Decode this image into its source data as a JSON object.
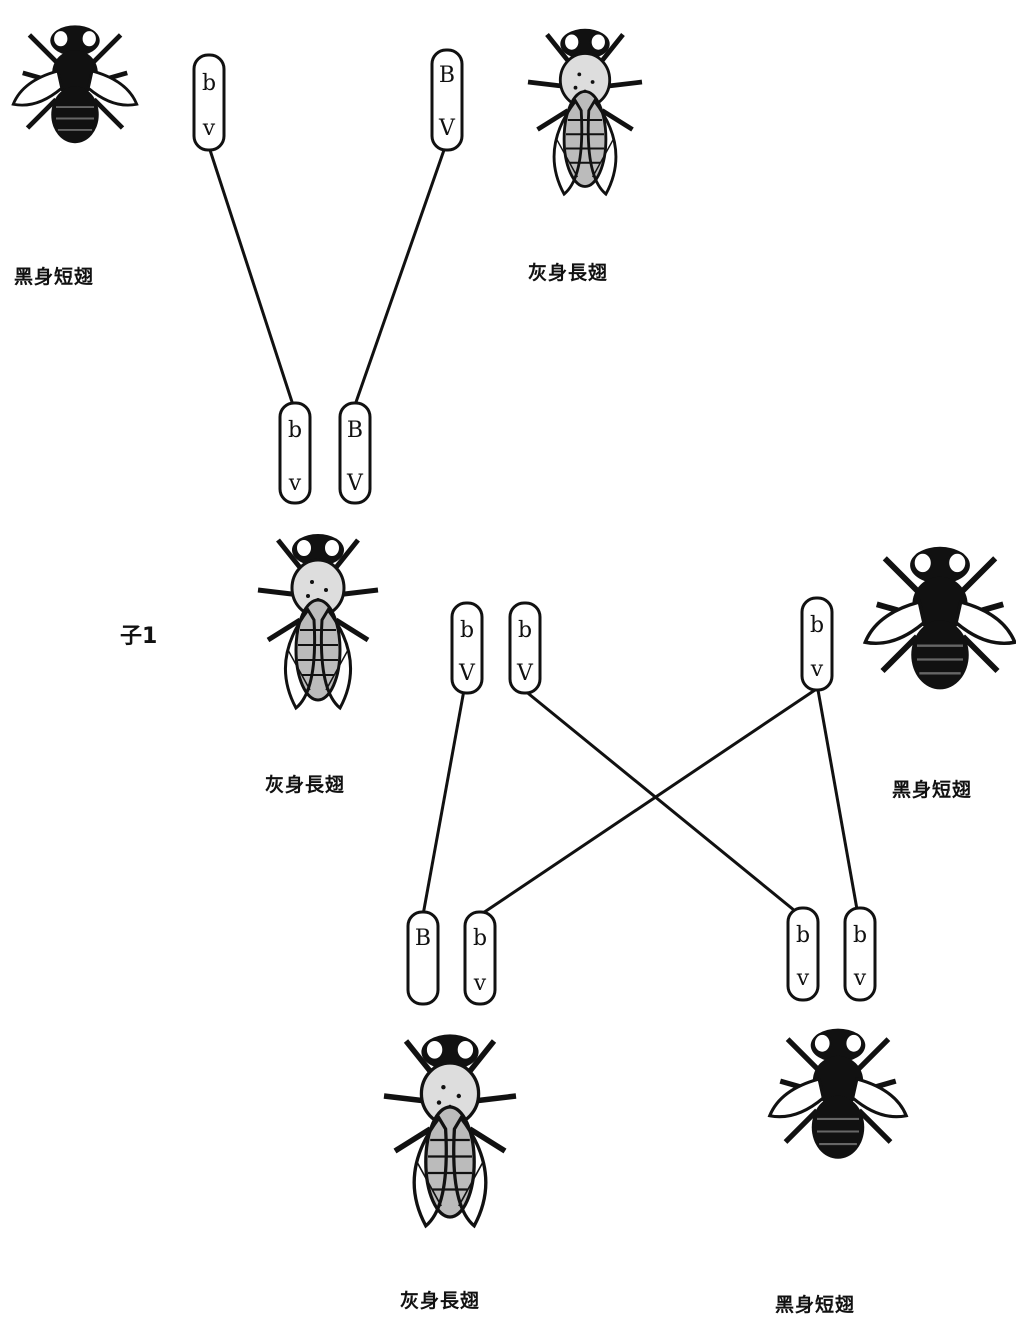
{
  "labels": {
    "parent_left": "黑身短翅",
    "parent_right": "灰身長翅",
    "f1_marker": "子1",
    "f1_fly": "灰身長翅",
    "testcross_parent": "黑身短翅",
    "offspring_left": "灰身長翅",
    "offspring_right": "黑身短翅"
  },
  "chromosomes": {
    "p_left": {
      "top": "b",
      "bottom": "v"
    },
    "p_right": {
      "top": "B",
      "bottom": "V"
    },
    "f1_left": {
      "top": "b",
      "bottom": "v"
    },
    "f1_right": {
      "top": "B",
      "bottom": "V"
    },
    "f1b_left": {
      "top": "b",
      "bottom": "V"
    },
    "f1b_right": {
      "top": "b",
      "bottom": "V"
    },
    "tc": {
      "top": "b",
      "bottom": "v"
    },
    "o1_a": {
      "top": "B",
      "bottom": ""
    },
    "o1_b": {
      "top": "b",
      "bottom": "v"
    },
    "o2_a": {
      "top": "b",
      "bottom": "v"
    },
    "o2_b": {
      "top": "b",
      "bottom": "v"
    }
  },
  "colors": {
    "ink": "#111111",
    "paper": "#ffffff"
  },
  "icons": [
    "fly-black-short-wing-icon",
    "fly-gray-long-wing-icon"
  ]
}
